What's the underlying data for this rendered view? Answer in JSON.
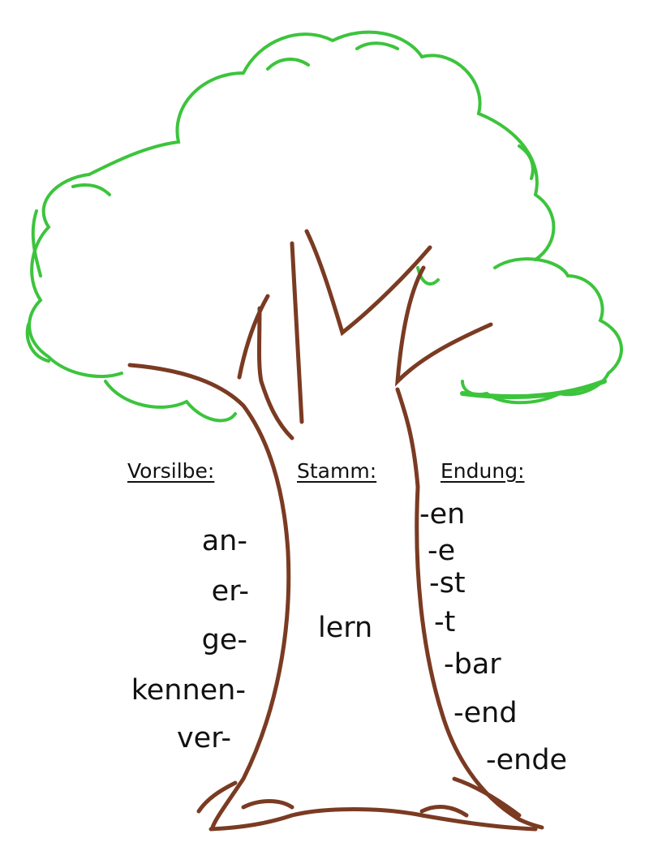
{
  "colors": {
    "crown": "#3cc43c",
    "trunk": "#7a3b22",
    "text": "#111111"
  },
  "headers": {
    "prefix": "Vorsilbe:",
    "stem": "Stamm:",
    "ending": "Endung:"
  },
  "prefixes": [
    "an-",
    "er-",
    "ge-",
    "kennen-",
    "ver-"
  ],
  "stem": "lern",
  "endings": [
    "-en",
    "-e",
    "-st",
    "-t",
    "-bar",
    "-end",
    "-ende"
  ]
}
